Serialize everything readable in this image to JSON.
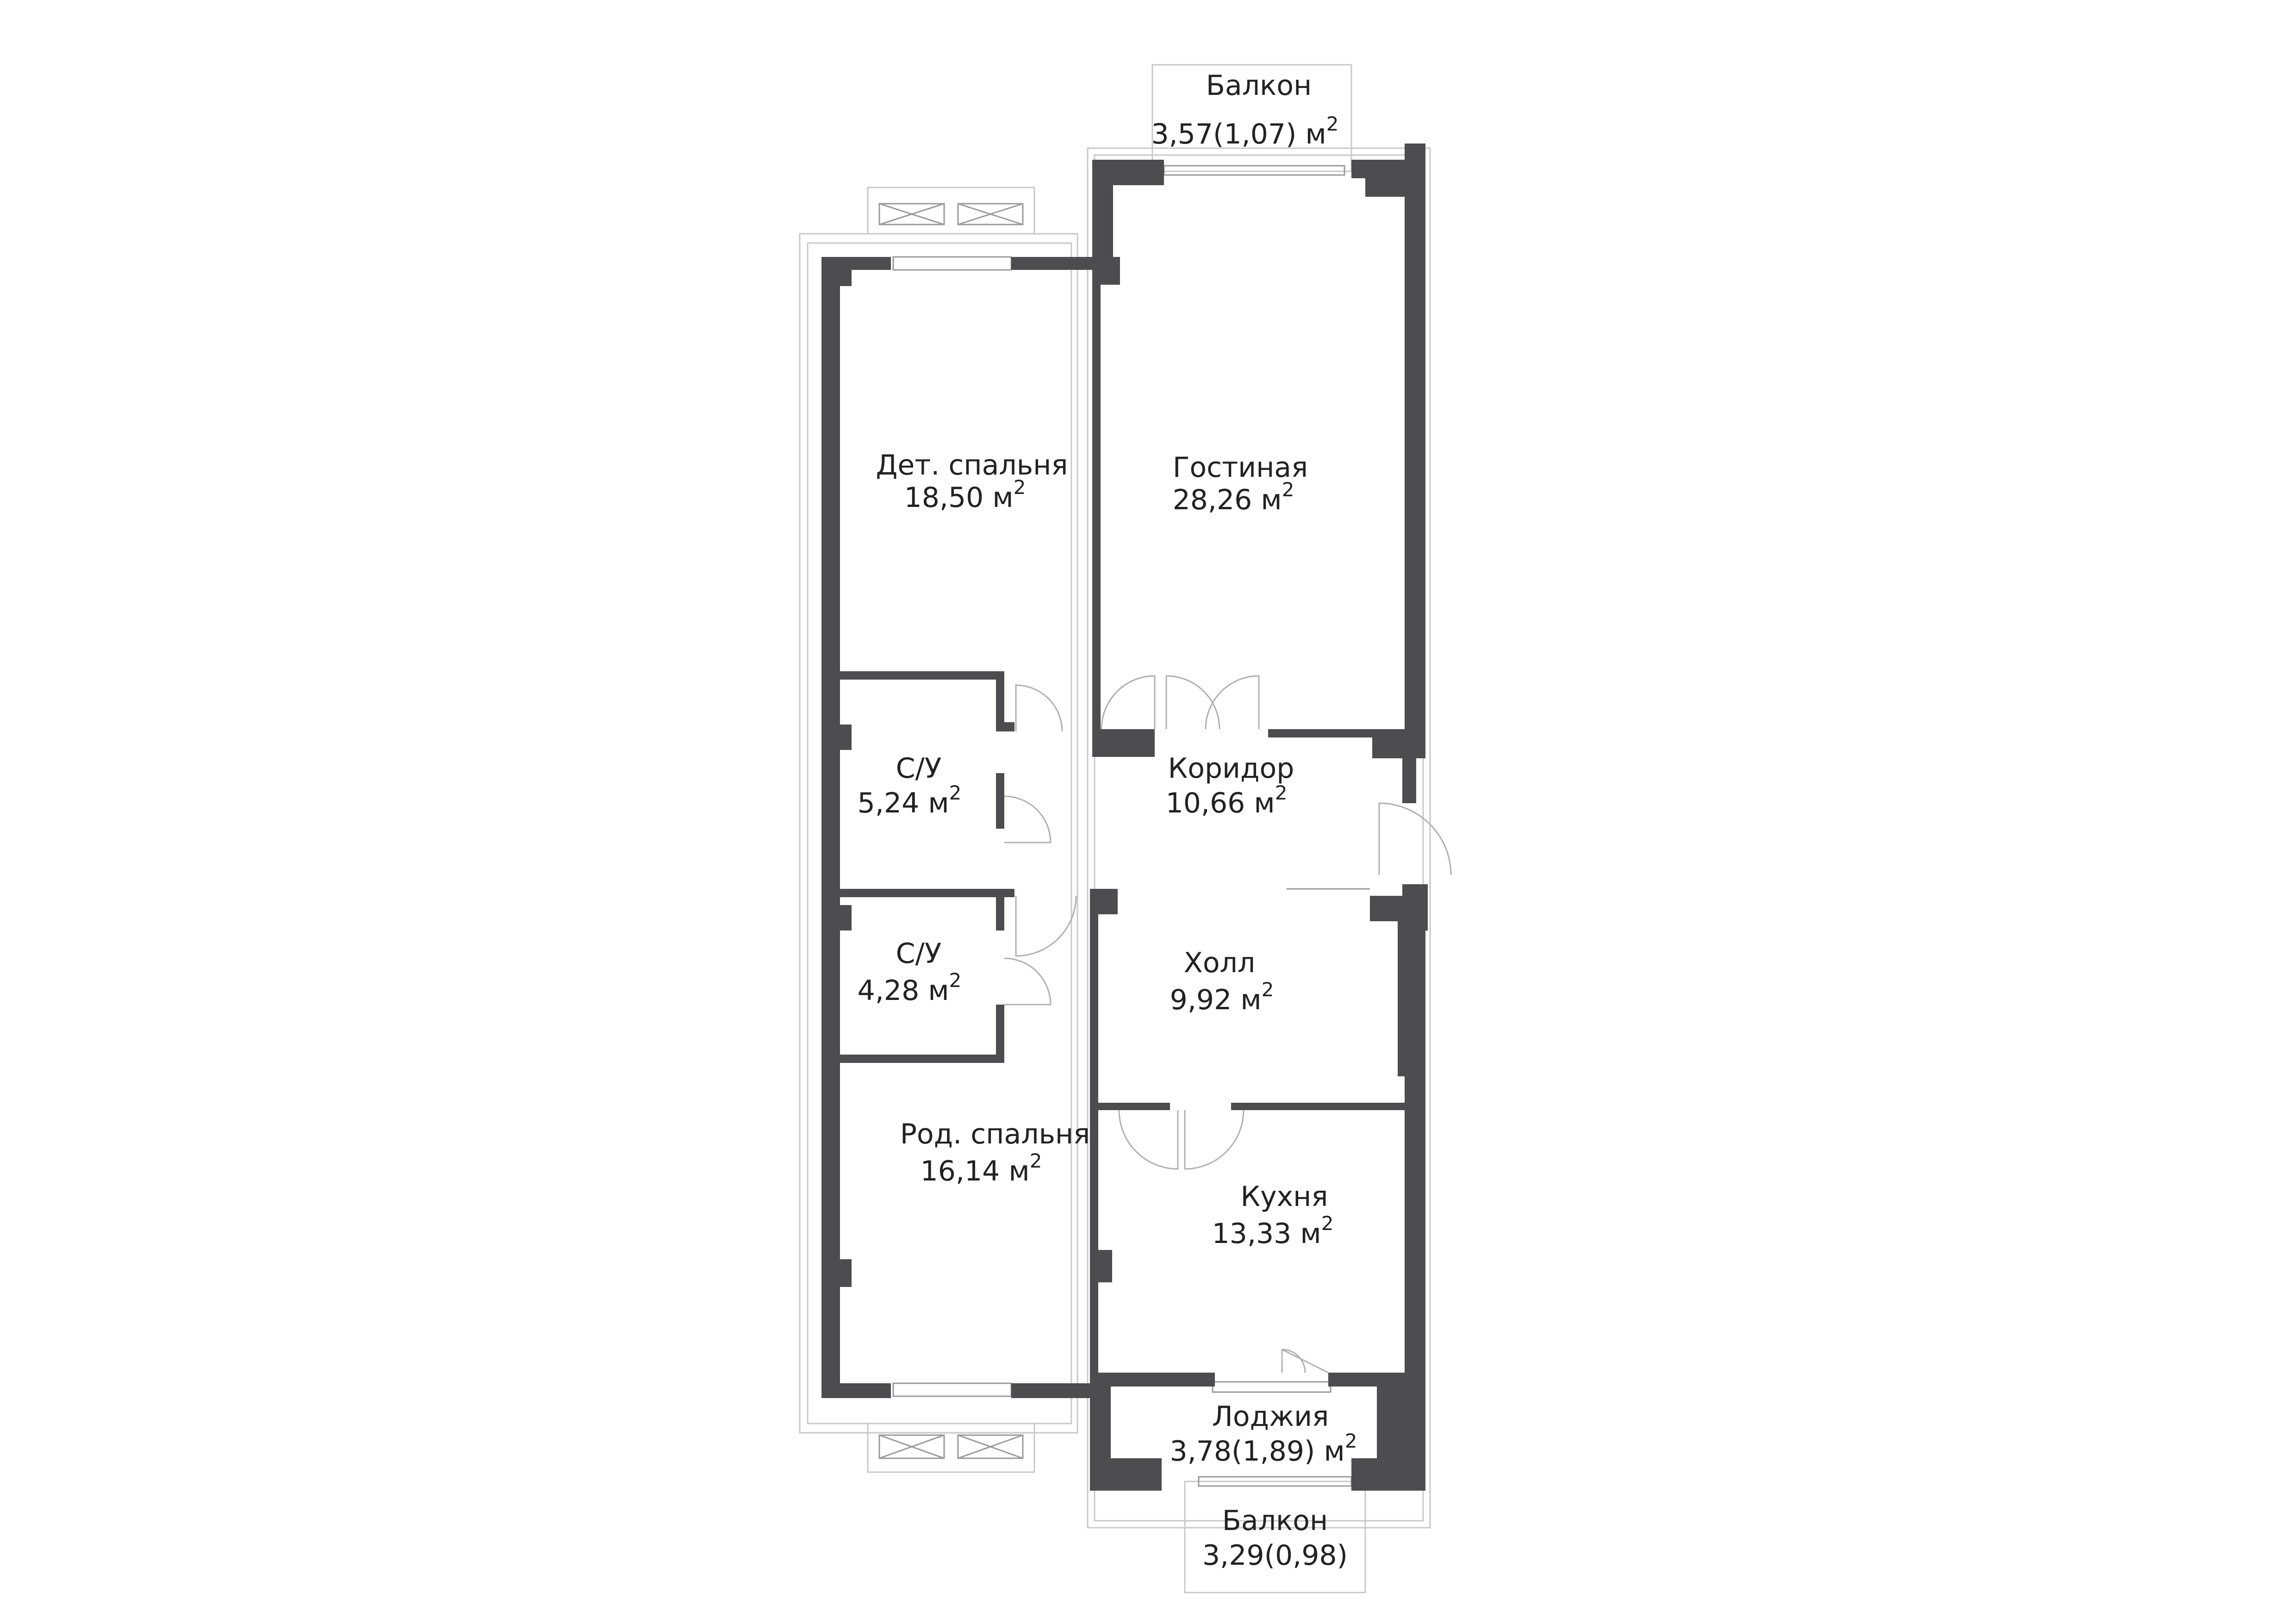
{
  "colors": {
    "wall": "#4d4d4f",
    "line": "#c8c8c8",
    "text": "#222222"
  },
  "rooms": [
    {
      "id": "balcony-top",
      "name": "Балкон",
      "area": "3,57(1,07) м",
      "sup": "2"
    },
    {
      "id": "kids-bedroom",
      "name": "Дет. спальня",
      "area": "18,50 м",
      "sup": "2"
    },
    {
      "id": "living-room",
      "name": "Гостиная",
      "area": "28,26 м",
      "sup": "2"
    },
    {
      "id": "bathroom-1",
      "name": "С/У",
      "area": "5,24 м",
      "sup": "2"
    },
    {
      "id": "corridor",
      "name": "Коридор",
      "area": "10,66 м",
      "sup": "2"
    },
    {
      "id": "bathroom-2",
      "name": "С/У",
      "area": "4,28 м",
      "sup": "2"
    },
    {
      "id": "hall",
      "name": "Холл",
      "area": "9,92 м",
      "sup": "2"
    },
    {
      "id": "master-bedroom",
      "name": "Род. спальня",
      "area": "16,14 м",
      "sup": "2"
    },
    {
      "id": "kitchen",
      "name": "Кухня",
      "area": "13,33 м",
      "sup": "2"
    },
    {
      "id": "loggia",
      "name": "Лоджия",
      "area": "3,78(1,89) м",
      "sup": "2"
    },
    {
      "id": "balcony-bottom",
      "name": "Балкон",
      "area": "3,29(0,98)",
      "sup": ""
    }
  ]
}
